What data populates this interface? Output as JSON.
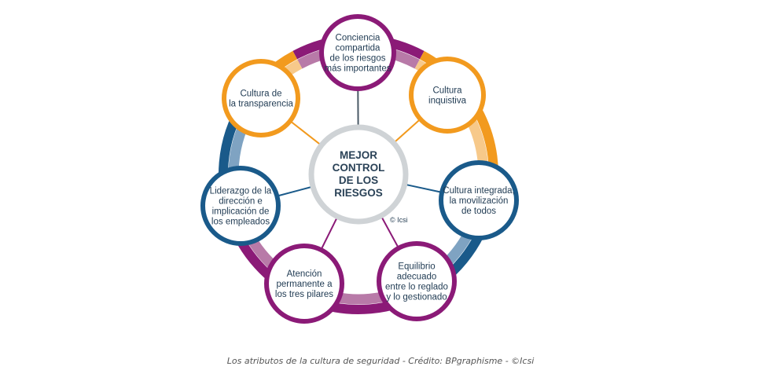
{
  "diagram": {
    "center": {
      "lines": [
        "MEJOR",
        "CONTROL",
        "DE LOS",
        "RIESGOS"
      ]
    },
    "nodes": [
      {
        "id": "conciencia",
        "lines": [
          "Conciencia",
          "compartida",
          "de los riesgos",
          "más importantes"
        ],
        "color": "#8b1a77"
      },
      {
        "id": "inquisitiva",
        "lines": [
          "Cultura",
          "inquistiva"
        ],
        "color": "#f29a1e"
      },
      {
        "id": "integrada",
        "lines": [
          "Cultura integrada,",
          "la movilización",
          "de todos"
        ],
        "color": "#1a5a8a"
      },
      {
        "id": "equilibrio",
        "lines": [
          "Equilibrio",
          "adecuado",
          "entre lo reglado",
          "y lo gestionado"
        ],
        "color": "#8b1a77"
      },
      {
        "id": "atencion",
        "lines": [
          "Atención",
          "permanente a",
          "los tres pilares"
        ],
        "color": "#8b1a77"
      },
      {
        "id": "liderazgo",
        "lines": [
          "Liderazgo de la",
          "dirección e",
          "implicación de",
          "los empleados"
        ],
        "color": "#1a5a8a"
      },
      {
        "id": "transparencia",
        "lines": [
          "Cultura de",
          "la transparencia"
        ],
        "color": "#f29a1e"
      }
    ],
    "copyright": "© Icsi",
    "colors": {
      "purple": "#8b1a77",
      "purple_light": "#b87aa8",
      "orange": "#f29a1e",
      "orange_light": "#f7c98a",
      "blue": "#1a5a8a",
      "blue_light": "#7fa3c2",
      "center_ring": "#cfd3d6",
      "text": "#1f3a52"
    }
  },
  "caption": "Los atributos de la cultura de seguridad - Crédito: BPgraphisme - ©Icsi"
}
